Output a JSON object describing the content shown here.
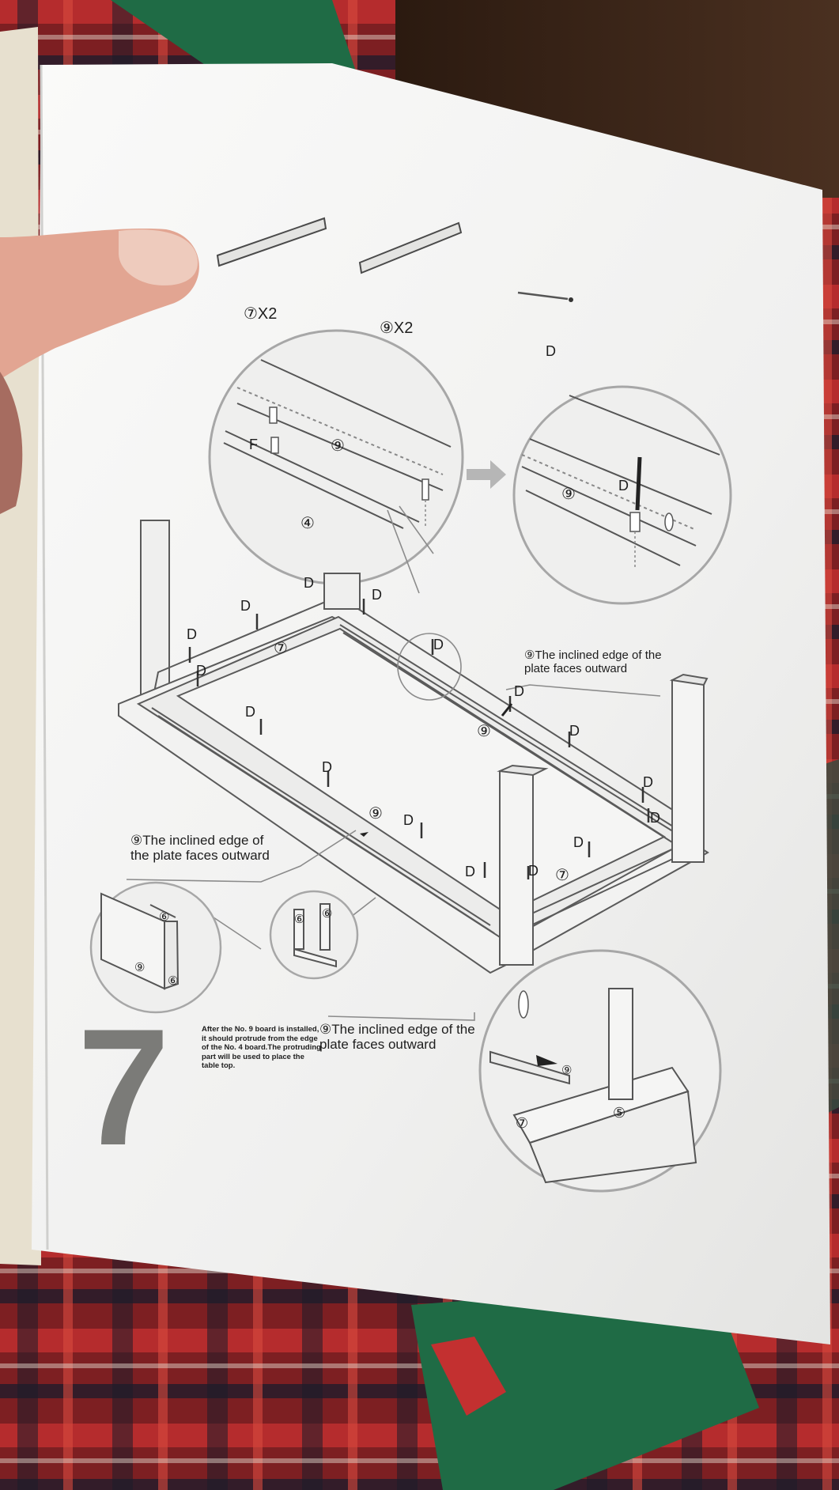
{
  "document": {
    "step_number": "7",
    "parts": [
      {
        "label": "⑦X2"
      },
      {
        "label": "⑨X2"
      },
      {
        "label": "D"
      }
    ],
    "detail_labels": {
      "top_left_circle": [
        "F",
        "⑨",
        "④"
      ],
      "top_right_circle": [
        "D",
        "⑨"
      ]
    },
    "frame_labels": {
      "d_screws": [
        "D",
        "D",
        "D",
        "D",
        "D",
        "D",
        "D",
        "D",
        "D",
        "D",
        "D",
        "D",
        "D",
        "D",
        "D",
        "D"
      ],
      "part_numbers": [
        "⑦",
        "⑨",
        "⑨",
        "⑦"
      ]
    },
    "notes": {
      "right": "⑨The inclined edge of the plate faces outward",
      "left": "⑨The inclined edge of the plate faces outward",
      "bottom": "⑨The inclined edge of the plate faces outward",
      "small": "After the No. 9 board is installed, it should protrude from the edge of the No. 4 board.The protruding part will be used to place the table top."
    },
    "bottom_detail_labels": [
      "⑥",
      "⑨",
      "⑥",
      "⑥",
      "⑥",
      "⑨",
      "⑦",
      "⑤"
    ]
  },
  "colors": {
    "paper": "#f1f1f0",
    "ink": "#1e1e1e",
    "line": "#6a6a6a",
    "blanket_red": "#b52a2a",
    "blanket_green": "#1f6b45",
    "wood": "#3b2618"
  }
}
